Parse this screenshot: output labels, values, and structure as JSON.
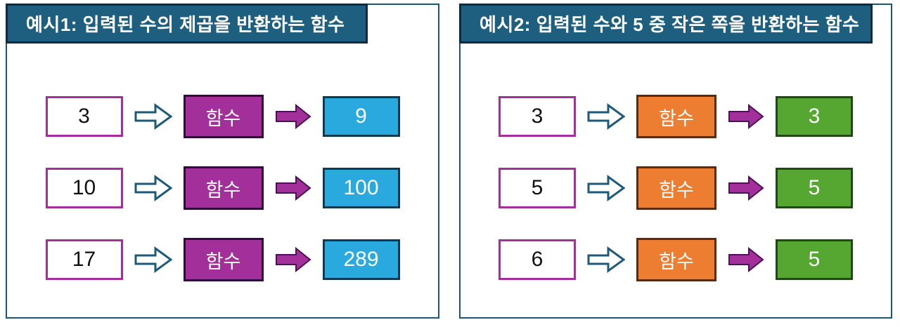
{
  "colors": {
    "header_bg": "#1E5F7F",
    "header_border": "#0F2B3D",
    "panel_border": "#1A567A",
    "input_border": "#A3309A",
    "input_text": "#111111",
    "box_text": "#FFFFFF",
    "fn1_bg": "#A3309A",
    "fn1_border": "#330A3D",
    "out1_bg": "#29A9DD",
    "out1_border": "#0E3A52",
    "fn2_bg": "#ED7D31",
    "fn2_border": "#5C2A10",
    "out2_bg": "#56A632",
    "out2_border": "#1F4A12",
    "hollow_arrow": "#1D5A7A",
    "filled_arrow": "#A3309A",
    "filled_arrow_border": "#4A1256"
  },
  "panels": [
    {
      "title": "예시1: 입력된 수의 제곱을 반환하는 함수",
      "function_label": "함수",
      "rows": [
        {
          "input": "3",
          "output": "9"
        },
        {
          "input": "10",
          "output": "100"
        },
        {
          "input": "17",
          "output": "289"
        }
      ]
    },
    {
      "title": "예시2: 입력된 수와 5 중 작은 쪽을 반환하는 함수",
      "function_label": "함수",
      "rows": [
        {
          "input": "3",
          "output": "3"
        },
        {
          "input": "5",
          "output": "5"
        },
        {
          "input": "6",
          "output": "5"
        }
      ]
    }
  ]
}
